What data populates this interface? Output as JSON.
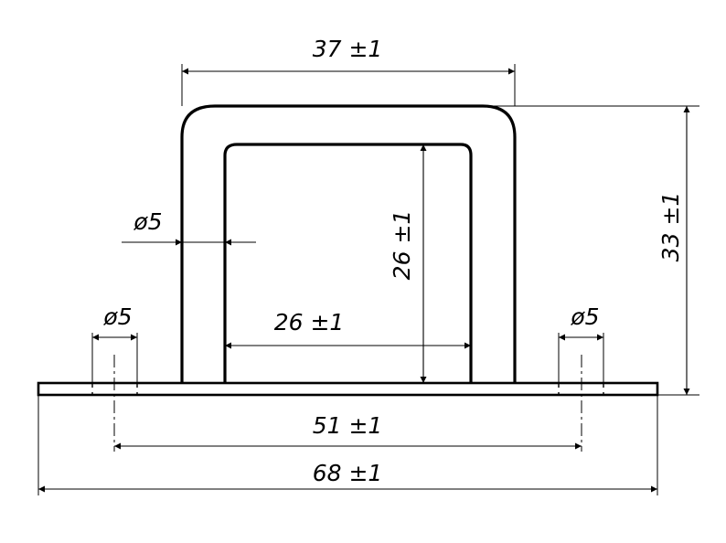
{
  "dimensions": {
    "top_width": "37 ±1",
    "outer_height": "33 ±1",
    "inner_height": "26 ±1",
    "inner_width": "26 ±1",
    "wire_diameter": "ø5",
    "left_hole": "ø5",
    "right_hole": "ø5",
    "hole_spacing": "51 ±1",
    "base_length": "68 ±1"
  }
}
